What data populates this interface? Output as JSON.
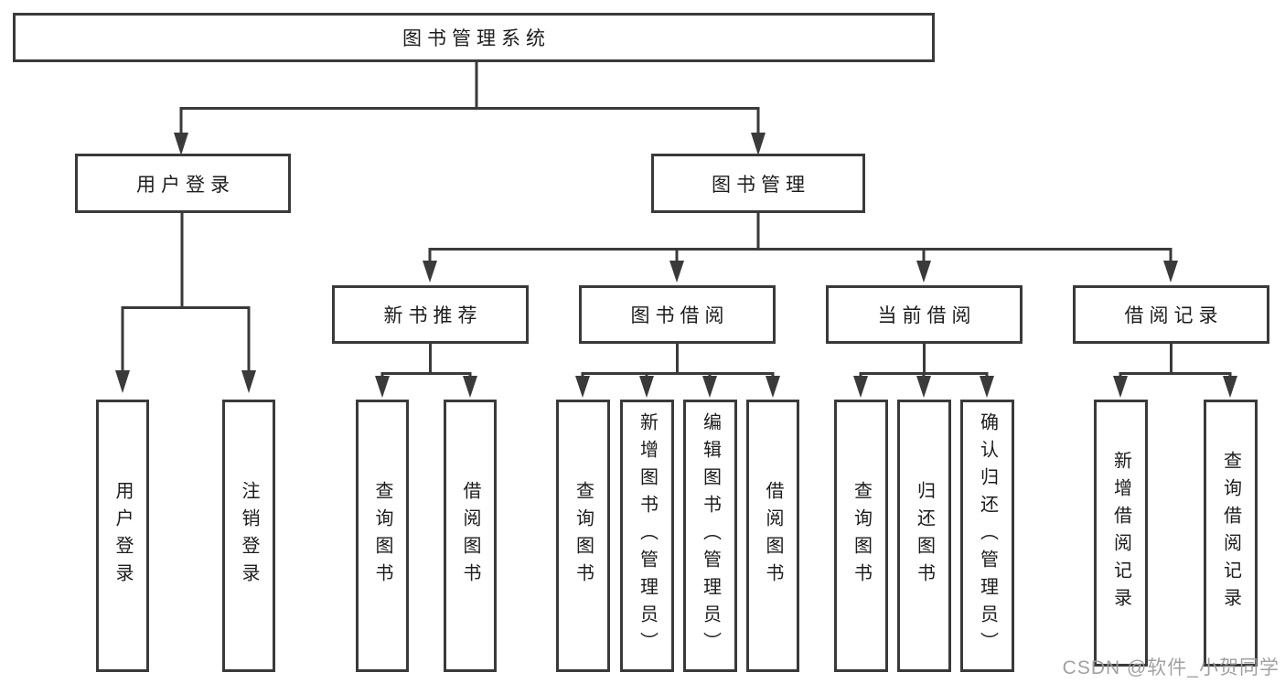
{
  "diagram": {
    "type": "hierarchy",
    "root": {
      "label": "图书管理系统"
    },
    "level2": [
      {
        "label": "用户登录"
      },
      {
        "label": "图书管理"
      }
    ],
    "level3": [
      {
        "label": "新书推荐",
        "parent": "图书管理"
      },
      {
        "label": "图书借阅",
        "parent": "图书管理"
      },
      {
        "label": "当前借阅",
        "parent": "图书管理"
      },
      {
        "label": "借阅记录",
        "parent": "图书管理"
      }
    ],
    "leaves": [
      {
        "label": "用户登录",
        "parent": "用户登录"
      },
      {
        "label": "注销登录",
        "parent": "用户登录"
      },
      {
        "label": "查询图书",
        "parent": "新书推荐"
      },
      {
        "label": "借阅图书",
        "parent": "新书推荐"
      },
      {
        "label": "查询图书",
        "parent": "图书借阅"
      },
      {
        "label": "新增图书（管理员）",
        "parent": "图书借阅"
      },
      {
        "label": "编辑图书（管理员）",
        "parent": "图书借阅"
      },
      {
        "label": "借阅图书",
        "parent": "图书借阅"
      },
      {
        "label": "查询图书",
        "parent": "当前借阅"
      },
      {
        "label": "归还图书",
        "parent": "当前借阅"
      },
      {
        "label": "确认归还（管理员）",
        "parent": "当前借阅"
      },
      {
        "label": "新增借阅记录",
        "parent": "借阅记录"
      },
      {
        "label": "查询借阅记录",
        "parent": "借阅记录"
      }
    ]
  },
  "watermark": "CSDN @软件_小贺同学",
  "colors": {
    "line": "#3a3a3a",
    "text": "#1c1c1c",
    "background": "#ffffff",
    "watermark": "#9d9d9d"
  }
}
